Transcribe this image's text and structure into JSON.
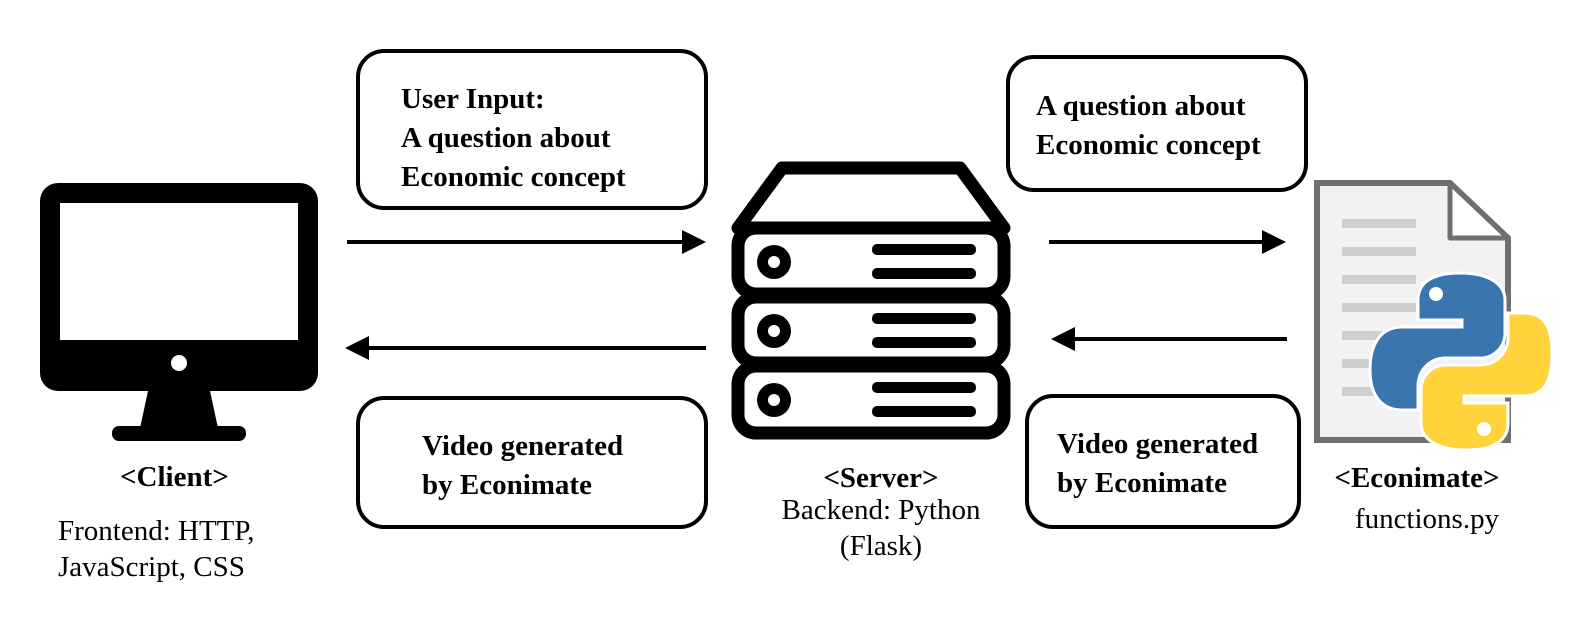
{
  "client": {
    "title": "<Client>",
    "desc_lines": [
      "Frontend: HTTP,",
      "JavaScript, CSS"
    ],
    "icon": "desktop-monitor-icon"
  },
  "server": {
    "title": "<Server>",
    "desc_lines": [
      "Backend: Python",
      "(Flask)"
    ],
    "icon": "server-rack-icon"
  },
  "econimate": {
    "title": "<Econimate>",
    "desc_lines": [
      "functions.py"
    ],
    "icon": "python-file-icon"
  },
  "messages": {
    "client_to_server": [
      "User Input:",
      "A question about",
      "Economic concept"
    ],
    "server_to_client": [
      "Video generated",
      "by Econimate"
    ],
    "server_to_econimate": [
      "A question about",
      "Economic concept"
    ],
    "econimate_to_server": [
      "Video generated",
      "by Econimate"
    ]
  },
  "colors": {
    "ink": "#000000",
    "python_blue": "#3a75b0",
    "python_yellow": "#ffd43b",
    "document_gray": "#f2f2f2",
    "document_lines": "#cfcfcf"
  }
}
